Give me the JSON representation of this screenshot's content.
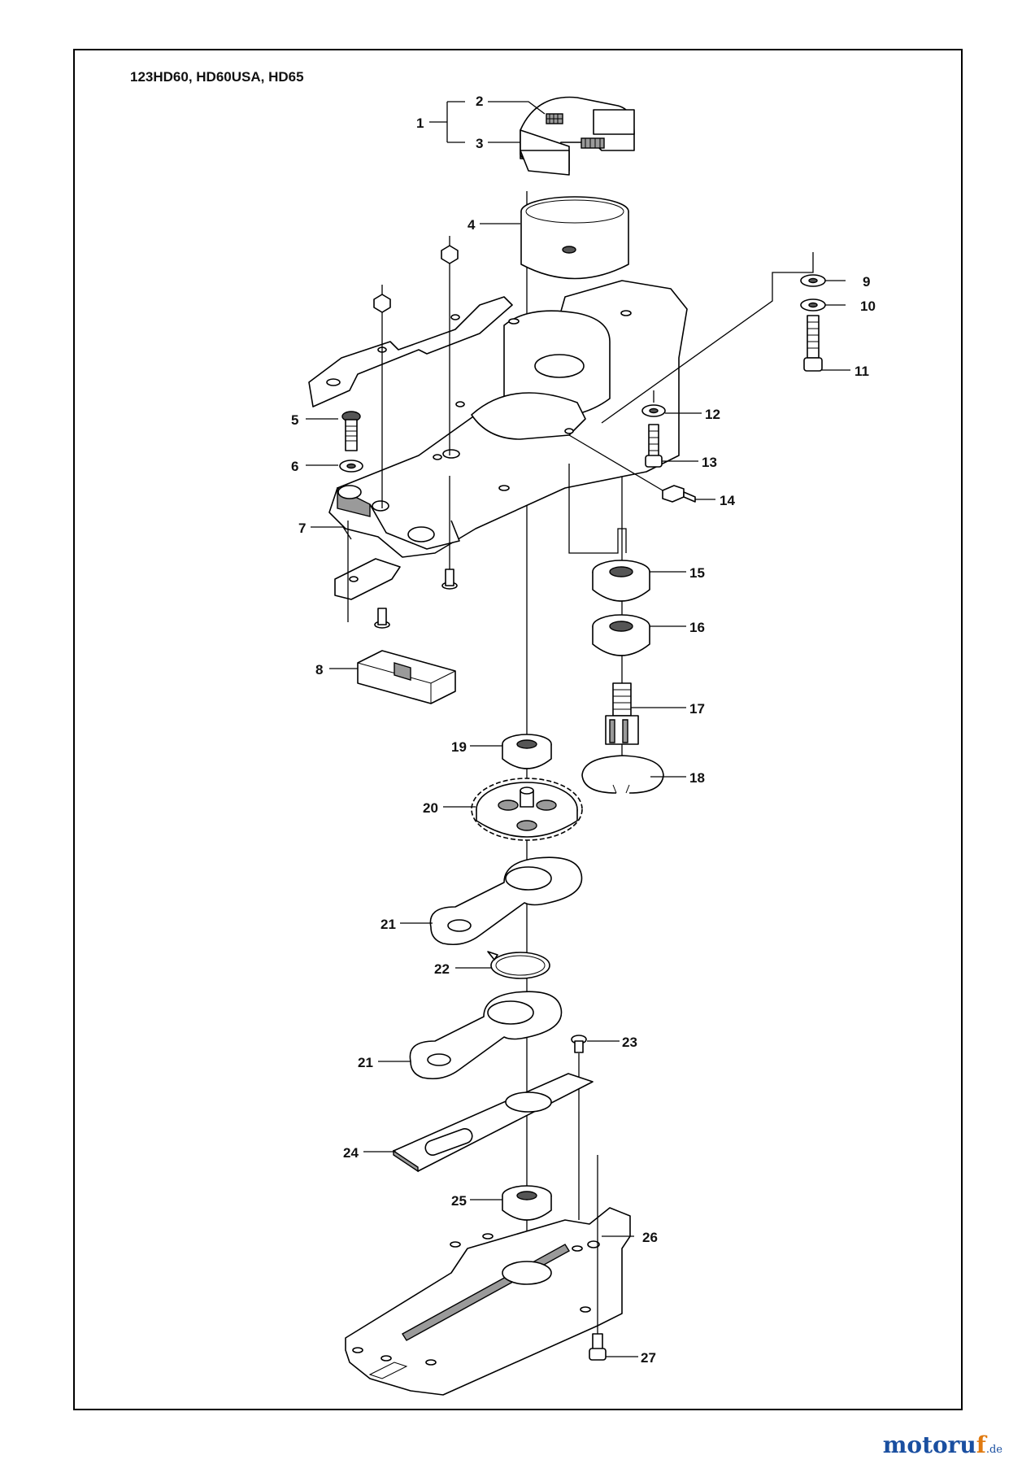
{
  "title": "123HD60, HD60USA, HD65",
  "parts": [
    {
      "no": "1"
    },
    {
      "no": "2"
    },
    {
      "no": "3"
    },
    {
      "no": "4"
    },
    {
      "no": "5"
    },
    {
      "no": "6"
    },
    {
      "no": "7"
    },
    {
      "no": "8"
    },
    {
      "no": "9"
    },
    {
      "no": "10"
    },
    {
      "no": "11"
    },
    {
      "no": "12"
    },
    {
      "no": "13"
    },
    {
      "no": "14"
    },
    {
      "no": "15"
    },
    {
      "no": "16"
    },
    {
      "no": "17"
    },
    {
      "no": "18"
    },
    {
      "no": "19"
    },
    {
      "no": "20"
    },
    {
      "no": "21"
    },
    {
      "no": "22"
    },
    {
      "no": "21"
    },
    {
      "no": "23"
    },
    {
      "no": "24"
    },
    {
      "no": "25"
    },
    {
      "no": "26"
    },
    {
      "no": "27"
    }
  ],
  "brand": {
    "main_a": "motoru",
    "main_f": "f",
    "suffix": ".de"
  }
}
